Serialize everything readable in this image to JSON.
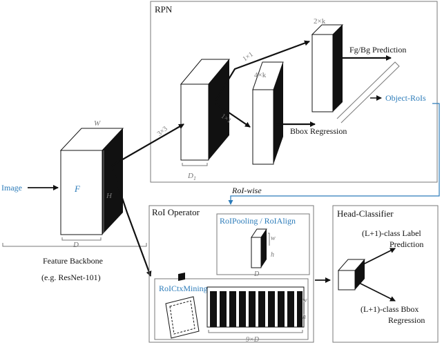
{
  "rpn": {
    "title": "RPN",
    "conv3x3": "3×3",
    "conv1x1a": "1×1",
    "conv1x1b": "1×1",
    "d1": "D",
    "d1_sub": "1",
    "k2": "2×k",
    "k4": "4×k",
    "fgbg": "Fg/Bg Prediction",
    "bbox": "Bbox Regression",
    "object_rois": "Object-RoIs"
  },
  "backbone": {
    "input": "Image",
    "feature": "F",
    "w": "W",
    "h": "H",
    "d": "D",
    "label": "Feature Backbone",
    "example": "(e.g. ResNet-101)"
  },
  "roi_wise": "RoI-wise",
  "roi_operator": {
    "title": "RoI Operator",
    "pool_title": "RoIPooling / RoIAlign",
    "w": "w",
    "h": "h",
    "d": "D",
    "ctx_title": "RoICtxMining",
    "w2": "w",
    "h2": "h",
    "d9": "9×D"
  },
  "head": {
    "title": "Head-Classifier",
    "label_pred_1": "(L+1)-class Label",
    "label_pred_2": "Prediction",
    "bbox_pred_1": "(L+1)-class Bbox",
    "bbox_pred_2": "Regression"
  },
  "colors": {
    "accent": "#2b7bb9",
    "ink": "#111111",
    "grey": "#777777"
  }
}
